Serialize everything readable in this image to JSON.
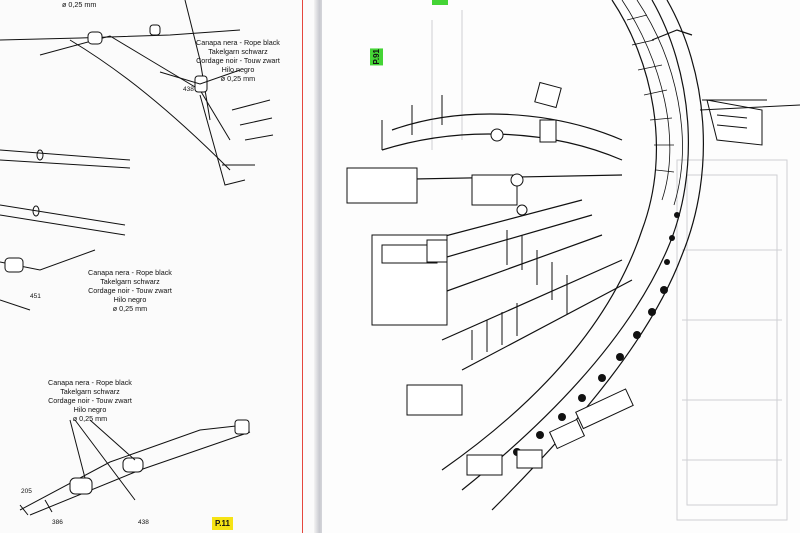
{
  "left_page": {
    "top_fragment": "ø 0,25 mm",
    "callouts": [
      {
        "lines": [
          "Canapa nera - Rope black",
          "Takelgarn schwarz",
          "Cordage noir - Touw zwart",
          "Hilo negro",
          "ø 0,25 mm"
        ]
      },
      {
        "lines": [
          "Canapa nera - Rope black",
          "Takelgarn schwarz",
          "Cordage noir - Touw zwart",
          "Hilo negro",
          "ø 0,25 mm"
        ]
      },
      {
        "lines": [
          "Canapa nera - Rope black",
          "Takelgarn schwarz",
          "Cordage noir - Touw zwart",
          "Hilo negro",
          "ø 0,25 mm"
        ]
      }
    ],
    "part_numbers": [
      "438",
      "451",
      "205",
      "386",
      "438"
    ],
    "page_tag": "P.11"
  },
  "right_page": {
    "part_tag": "P.91"
  },
  "colors": {
    "red_border": "#e5463d",
    "green_tag": "#44d435",
    "yellow_tag": "#f6e315"
  }
}
